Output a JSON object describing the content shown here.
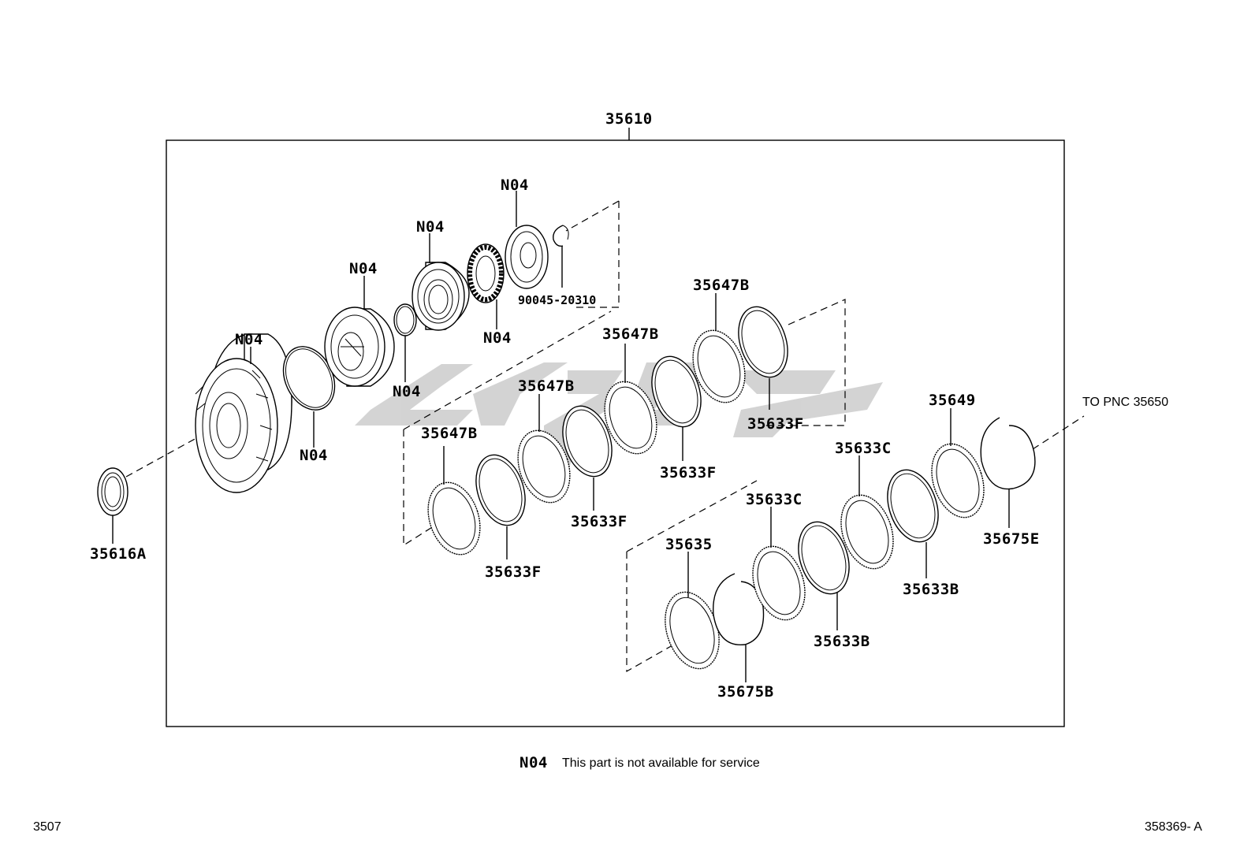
{
  "assembly_label": "35610",
  "note": {
    "code": "N04",
    "text": "This part is not available for service"
  },
  "footer": {
    "left": "3507",
    "right": "358369- A"
  },
  "to_pnc": "TO PNC 35650",
  "labels": {
    "l_35616A": "35616A",
    "l_n04_drum": "N04",
    "l_n04_ring": "N04",
    "l_n04_hub": "N04",
    "l_n04_oring": "N04",
    "l_n04_piston": "N04",
    "l_n04_bearing": "N04",
    "l_n04_plate": "N04",
    "l_90045": "90045-20310",
    "l_35647B_1": "35647B",
    "l_35647B_2": "35647B",
    "l_35647B_3": "35647B",
    "l_35647B_4": "35647B",
    "l_35633F_1": "35633F",
    "l_35633F_2": "35633F",
    "l_35633F_3": "35633F",
    "l_35633F_4": "35633F",
    "l_35635": "35635",
    "l_35675B": "35675B",
    "l_35633C_1": "35633C",
    "l_35633C_2": "35633C",
    "l_35633B_1": "35633B",
    "l_35633B_2": "35633B",
    "l_35649": "35649",
    "l_35675E": "35675E"
  },
  "colors": {
    "ink": "#000000",
    "watermark": "#c8c8c8",
    "background": "#ffffff"
  }
}
